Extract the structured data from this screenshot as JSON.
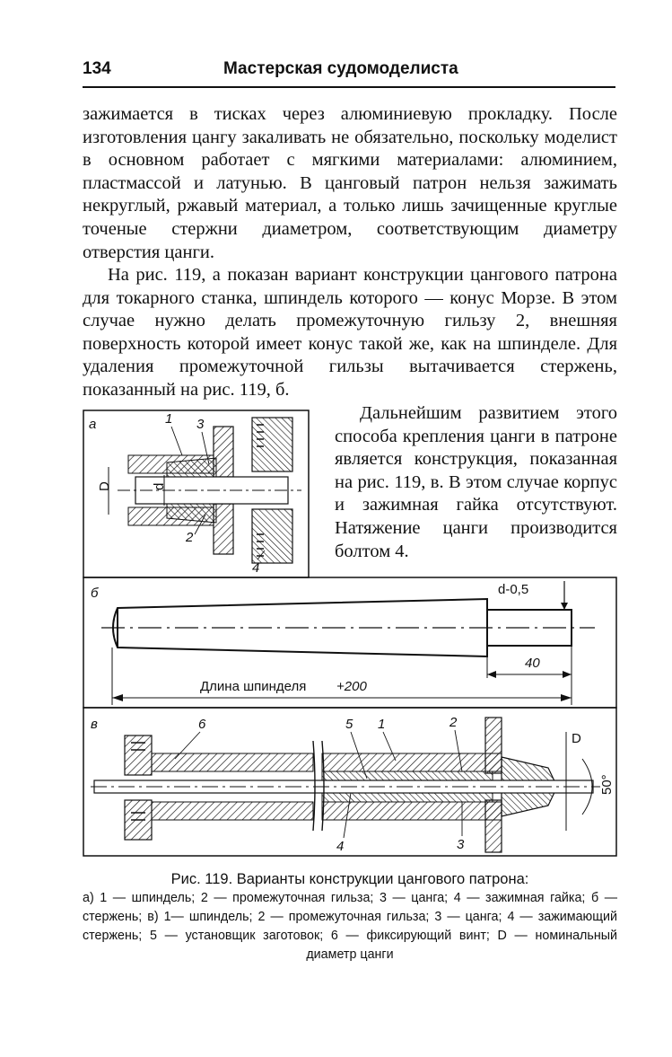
{
  "header": {
    "page_number": "134",
    "running_title": "Мастерская судомоделиста"
  },
  "body": {
    "paragraph_1": "зажимается в тисках через алюминиевую прокладку. После изготовления цангу закаливать не обязательно, поскольку моделист в основном работает с мягкими материалами: алюминием, пластмассой и латунью. В цанговый патрон нельзя зажимать некруглый, ржавый материал, а только лишь зачищенные круглые точеные стержни диаметром, соответствующим диаметру отверстия цанги.",
    "paragraph_2": "На рис. 119, а показан вариант конструкции цангового патрона для токарного станка, шпиндель которого — конус Морзе. В этом случае нужно делать промежуточную гильзу 2, внешняя поверхность которой имеет конус такой же, как на шпинделе. Для удаления промежуточной гильзы вытачивается стержень, показанный на рис. 119, б.",
    "paragraph_3": "Дальнейшим развитием этого способа крепления цанги в патроне является конструкция, показанная на рис. 119, в. В этом случае корпус и зажимная гайка отсутствуют. Натяжение цанги производится болтом 4."
  },
  "figure": {
    "panel_a": {
      "label": "а",
      "callouts": [
        "1",
        "3",
        "2",
        "4"
      ],
      "dim_D": "D",
      "dim_d": "d"
    },
    "panel_b": {
      "label": "б",
      "dim_top": "d-0,5",
      "dim_40": "40",
      "length_label": "Длина шпинделя",
      "length_plus": "+200"
    },
    "panel_v": {
      "label": "в",
      "callouts": [
        "6",
        "5",
        "1",
        "2",
        "4",
        "3"
      ],
      "dim_D": "D",
      "angle": "50°"
    }
  },
  "caption": {
    "title": "Рис. 119. Варианты конструкции цангового патрона:",
    "text": "а) 1 — шпиндель; 2 — промежуточная гильза; 3 — цанга; 4 — зажимная гайка; б — стержень; в) 1— шпиндель; 2 — промежуточная гильза; 3 — цанга; 4 — зажимающий стержень; 5 — установщик заготовок; 6 — фиксирующий винт; D — номинальный диаметр цанги"
  }
}
